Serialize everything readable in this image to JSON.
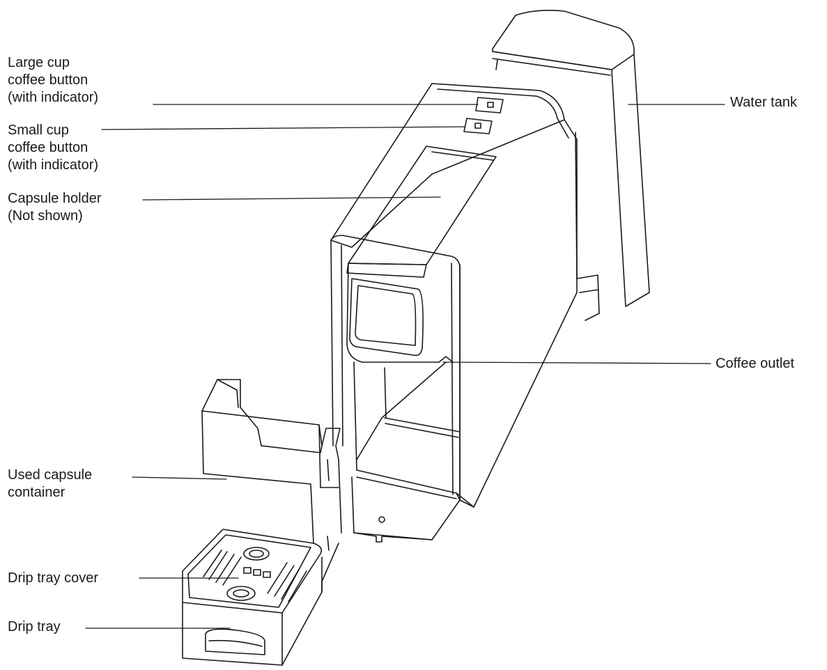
{
  "labels": {
    "large_cup": [
      "Large cup",
      "coffee button",
      "(with indicator)"
    ],
    "small_cup": [
      "Small cup",
      "coffee button",
      "(with indicator)"
    ],
    "capsule_holder": [
      "Capsule holder",
      "(Not shown)"
    ],
    "water_tank": [
      "Water tank"
    ],
    "coffee_outlet": [
      "Coffee outlet"
    ],
    "used_capsule": [
      "Used capsule",
      "container"
    ],
    "drip_tray_cover": [
      "Drip tray cover"
    ],
    "drip_tray": [
      "Drip tray"
    ]
  },
  "colors": {
    "line": "#1a1a1a",
    "background": "#ffffff"
  }
}
